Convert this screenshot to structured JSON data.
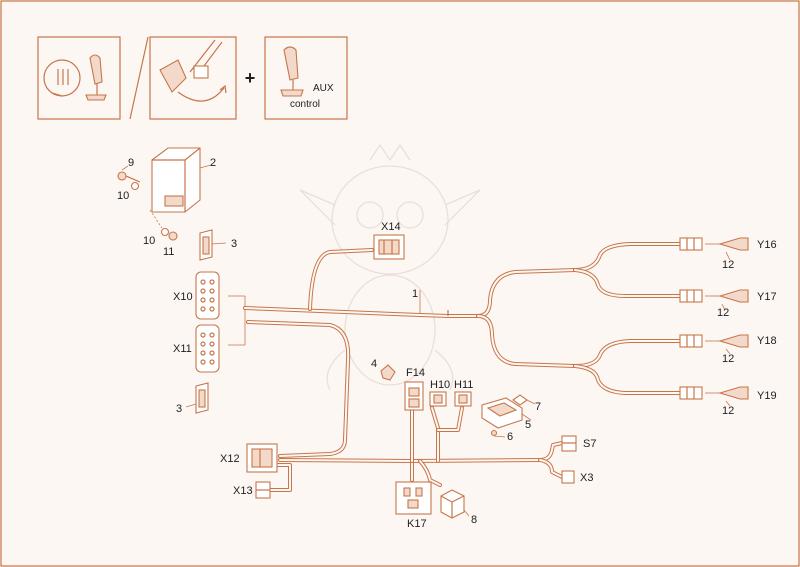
{
  "legend": {
    "aux_line1": "AUX",
    "aux_line2": "control",
    "plus": "+"
  },
  "labels": {
    "p1": "1",
    "p2": "2",
    "p3a": "3",
    "p3b": "3",
    "p4": "4",
    "p5": "5",
    "p6": "6",
    "p7": "7",
    "p8": "8",
    "p9": "9",
    "p10a": "10",
    "p10b": "10",
    "p11": "11",
    "p12a": "12",
    "p12b": "12",
    "p12c": "12",
    "p12d": "12",
    "x10": "X10",
    "x11": "X11",
    "x12": "X12",
    "x13": "X13",
    "x14": "X14",
    "x3": "X3",
    "s7": "S7",
    "f14": "F14",
    "h10": "H10",
    "h11": "H11",
    "k17": "K17",
    "y16": "Y16",
    "y17": "Y17",
    "y18": "Y18",
    "y19": "Y19"
  },
  "colors": {
    "line": "#c7764a",
    "background": "#fdf7f4",
    "text": "#1e1e1e"
  }
}
